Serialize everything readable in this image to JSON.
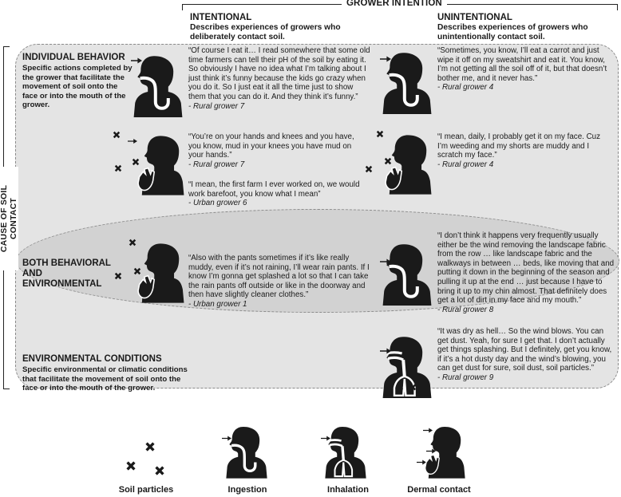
{
  "header": {
    "title": "GROWER INTENTION",
    "intentional": {
      "label": "INTENTIONAL",
      "desc": "Describes experiences of growers who deliberately contact soil."
    },
    "unintentional": {
      "label": "UNINTENTIONAL",
      "desc": "Describes experiences of growers who unintentionally contact soil."
    }
  },
  "side_axis": {
    "title": "CAUSE OF SOIL CONTACT"
  },
  "sections": {
    "individual": {
      "title": "INDIVIDUAL BEHAVIOR",
      "desc": "Specific actions completed by the grower that facilitate the movement of soil onto the face or into the mouth of the grower."
    },
    "both": {
      "title": "BOTH BEHAVIORAL AND ENVIRONMENTAL"
    },
    "environmental": {
      "title": "ENVIRONMENTAL CONDITIONS",
      "desc": "Specific environmental or climatic conditions that facilitate the movement of soil onto the face or into the mouth of the grower."
    }
  },
  "quotes": {
    "ind_int_1": {
      "text": "“Of course I eat it… I read somewhere that some old time farmers can tell their pH of the soil by eating it. So obviously I have no idea what I’m talking about I just think it’s funny because the kids go crazy when you do it. So I just eat it all the time just to show them that you can do it. And they think it’s funny.”",
      "src": "- Rural grower 7"
    },
    "ind_unint_1": {
      "text": "“Sometimes, you know, I’ll eat a carrot and just wipe it off on my sweatshirt and eat it. You know, I’m not getting all the soil off of it, but that doesn’t bother me, and it never has.”",
      "src": "- Rural grower 4"
    },
    "ind_int_2": {
      "text": "“You’re on your hands and knees and you have, you know, mud in your knees you have mud on your hands.”",
      "src": "- Rural grower 7"
    },
    "ind_int_3": {
      "text": "“I mean, the first farm I ever worked on, we would work barefoot, you know what I mean”",
      "src": "- Urban grower 6"
    },
    "ind_unint_2": {
      "text": "“I mean, daily, I probably get it on my face. Cuz I’m weeding and my shorts are muddy and I scratch my face.”",
      "src": "- Rural grower 4"
    },
    "both_int": {
      "text": "“Also with the pants sometimes if it’s like really muddy, even if it’s not raining, I’ll wear rain pants. If I know I’m gonna get splashed a lot so that I can take the rain pants off outside or like in the doorway and then have slightly cleaner clothes.”",
      "src": "- Urban grower 1"
    },
    "both_unint": {
      "text": "“I don’t think it happens very frequently usually either be the wind removing the landscape fabric from the row … like landscape fabric and the walkways in between … beds, like moving that and putting it down in the beginning of the season and pulling it up at the end … just because I have to bring it up to my chin almost. That definitely does get a lot of dirt in my face and my mouth.”",
      "src": "- Rural grower 8"
    },
    "env_unint": {
      "text": "“It was dry as hell… So the wind blows. You can get dust. Yeah, for sure I get that. I don’t actually get things splashing. But I definitely, get you know, if it’s a hot dusty day and the wind’s blowing, you can get dust for sure, soil dust, soil particles.”",
      "src": "- Rural grower 9"
    }
  },
  "legend": [
    {
      "label": "Soil particles",
      "icon": "soil-particles-icon"
    },
    {
      "label": "Ingestion",
      "icon": "ingestion-icon"
    },
    {
      "label": "Inhalation",
      "icon": "inhalation-icon"
    },
    {
      "label": "Dermal contact",
      "icon": "dermal-contact-icon"
    }
  ],
  "colors": {
    "figure": "#1a1a1a",
    "shade_light": "#e4e4e4",
    "shade_dark": "#d2d2d2",
    "dash": "#8a8a8a"
  }
}
